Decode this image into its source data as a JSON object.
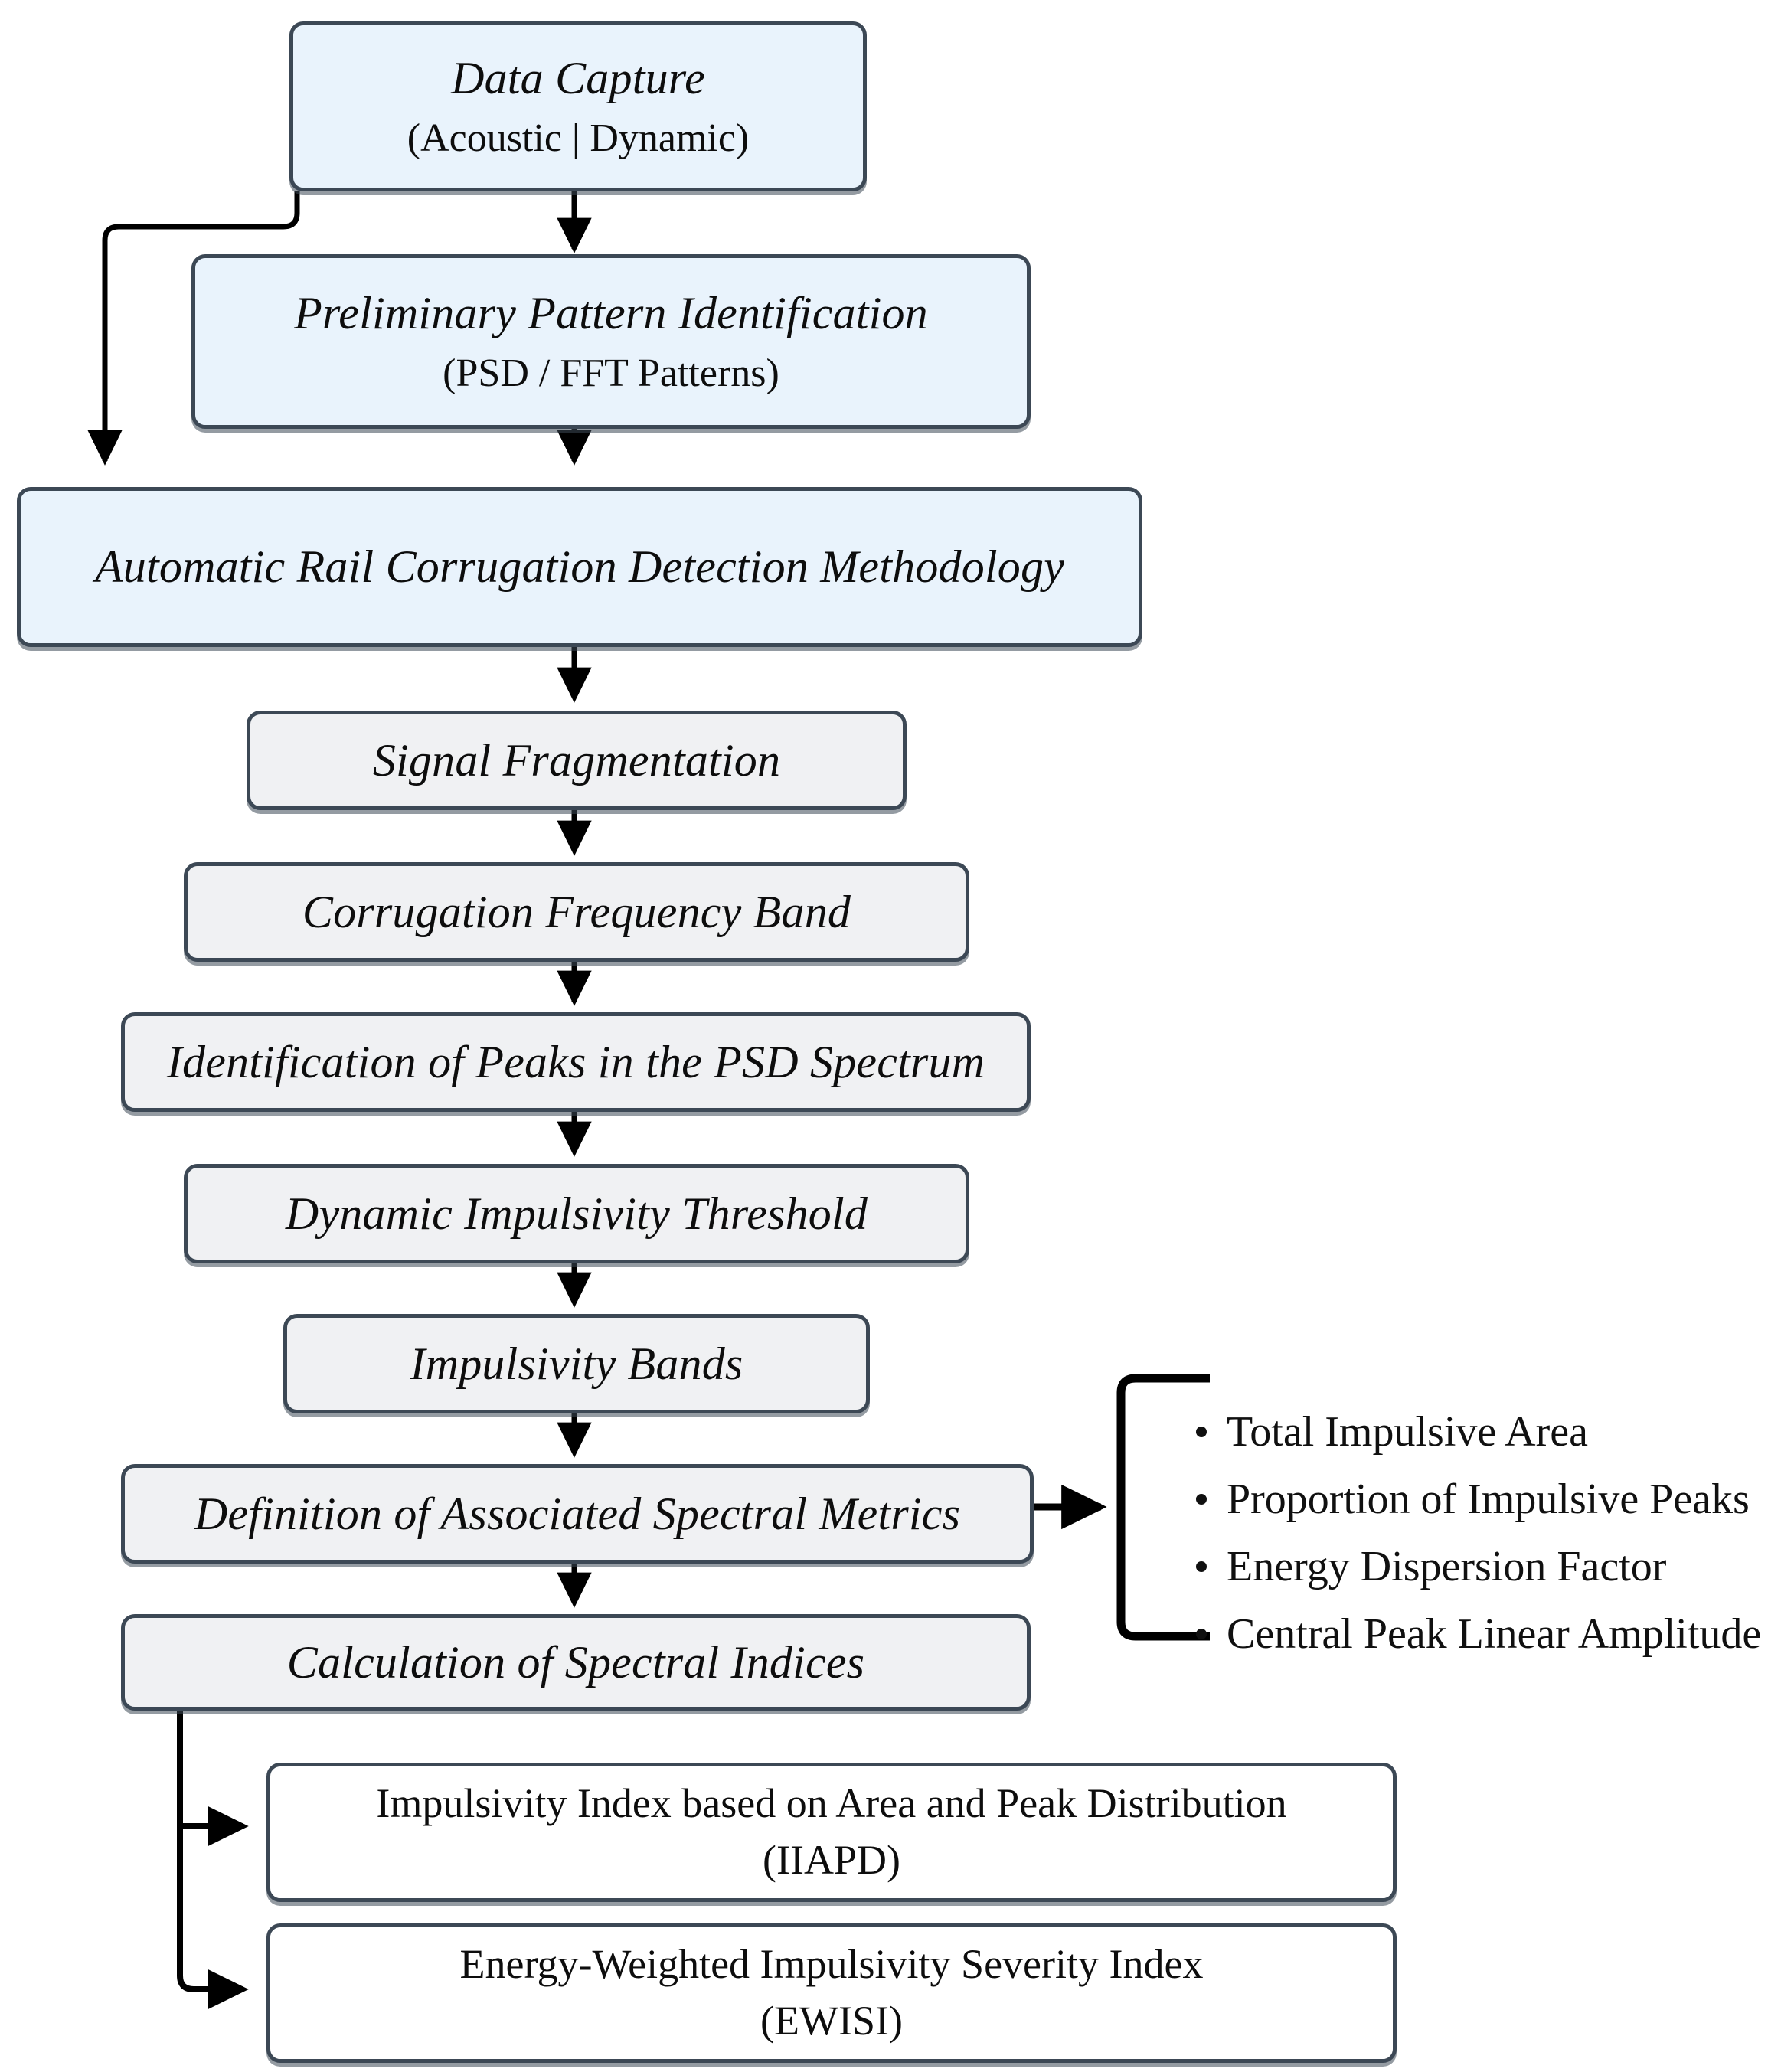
{
  "diagram": {
    "title": "Automatic Rail Corrugation Detection Methodology flowchart",
    "colors": {
      "blue_fill": "#e9f3fc",
      "gray_fill": "#f0f1f3",
      "white_fill": "#ffffff",
      "border": "#3c4855",
      "edge": "#000000",
      "text": "#0d0d0d"
    }
  },
  "nodes": {
    "data_capture": {
      "title": "Data Capture",
      "subtitle": "(Acoustic | Dynamic)"
    },
    "preliminary_pattern": {
      "title": "Preliminary Pattern Identification",
      "subtitle": "(PSD / FFT Patterns)"
    },
    "methodology": {
      "title": "Automatic Rail Corrugation Detection Methodology"
    },
    "signal_fragmentation": {
      "title": "Signal Fragmentation"
    },
    "corrugation_band": {
      "title": "Corrugation Frequency Band"
    },
    "peak_identification": {
      "title": "Identification of Peaks in the PSD Spectrum"
    },
    "impulsivity_threshold": {
      "title": "Dynamic Impulsivity Threshold"
    },
    "impulsivity_bands": {
      "title": "Impulsivity Bands"
    },
    "spectral_metrics": {
      "title": "Definition of Associated Spectral Metrics"
    },
    "spectral_indices": {
      "title": "Calculation of Spectral Indices"
    },
    "iiapd": {
      "title": "Impulsivity Index based on Area and Peak Distribution",
      "abbr": "(IIAPD)"
    },
    "ewisi": {
      "title": "Energy-Weighted Impulsivity Severity Index",
      "abbr": "(EWISI)"
    }
  },
  "metrics": {
    "items": [
      "Total Impulsive Area",
      "Proportion of Impulsive Peaks",
      "Energy Dispersion Factor",
      "Central Peak Linear Amplitude"
    ]
  }
}
